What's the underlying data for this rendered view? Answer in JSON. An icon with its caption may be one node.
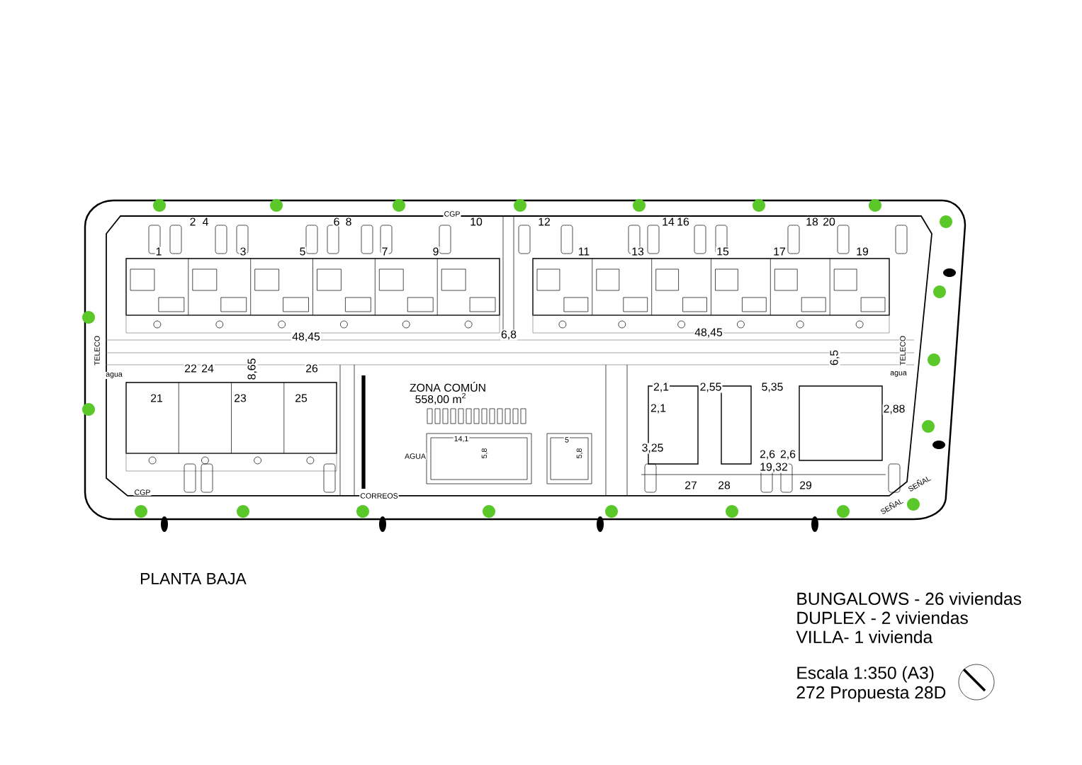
{
  "diagram": {
    "title": "PLANTA BAJA",
    "labels": [
      "2",
      "4",
      "6",
      "8",
      "10",
      "12",
      "14",
      "16",
      "18",
      "20",
      "1",
      "3",
      "5",
      "7",
      "9",
      "11",
      "13",
      "15",
      "17",
      "19",
      "CGP",
      "48,45",
      "6,8",
      "48,45",
      "TELECO",
      "agua",
      "8,65",
      "6,5",
      "TELECO",
      "agua",
      "22",
      "24",
      "26",
      "21",
      "23",
      "25",
      "ZONA COMÚN",
      "558,00 m$^{2}$",
      "2,1",
      "2,55",
      "5,35",
      "2,1",
      "2,88",
      "14,1",
      "5,8",
      "5",
      "5,8",
      "AGUA",
      "3,25",
      "2,6",
      "2,6",
      "19,32",
      "27",
      "28",
      "29",
      "CGP",
      "CORREOS",
      "SEÑAL",
      "SEÑAL",
      "BUNGALOWS  - 26 viviendas",
      "DUPLEX - 2 viviendas",
      "VILLA- 1 vivienda",
      "Escala 1:350 (A3)",
      "272 Propuesta 28D"
    ]
  }
}
